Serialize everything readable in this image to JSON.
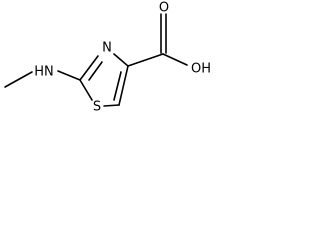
{
  "molecule": {
    "atom_labels": {
      "ring_nitrogen": "N",
      "ring_sulfur": "S",
      "amine": "HN",
      "carbonyl_oxygen": "O",
      "hydroxyl": "OH"
    }
  }
}
